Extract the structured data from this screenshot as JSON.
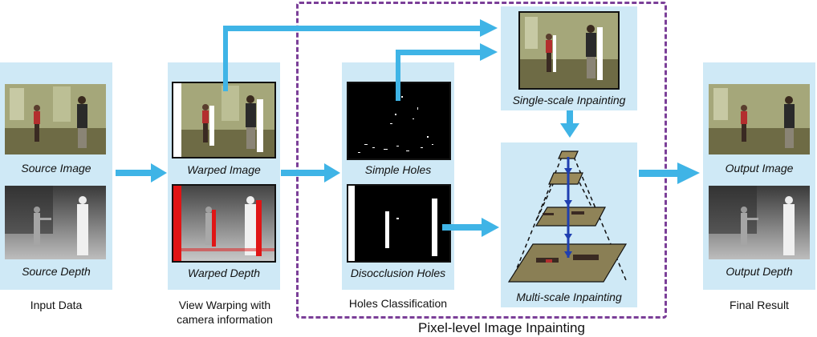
{
  "input": {
    "source_image": "Source Image",
    "source_depth": "Source Depth",
    "caption": "Input Data"
  },
  "warping": {
    "warped_image": "Warped Image",
    "warped_depth": "Warped Depth",
    "caption_line1": "View Warping with",
    "caption_line2": "camera information"
  },
  "holes": {
    "simple": "Simple Holes",
    "disocclusion": "Disocclusion Holes",
    "caption": "Holes Classification"
  },
  "inpainting": {
    "single": "Single-scale Inpainting",
    "multi": "Multi-scale Inpainting",
    "title": "Pixel-level Image Inpainting"
  },
  "result": {
    "output_image": "Output Image",
    "output_depth": "Output Depth",
    "caption": "Final Result"
  },
  "colors": {
    "panel": "#cfe9f6",
    "arrow": "#3fb4e6",
    "dash": "#7b3f98",
    "pyramid_arrow": "#1f3fb0",
    "warp_hole_red": "#e01515"
  }
}
